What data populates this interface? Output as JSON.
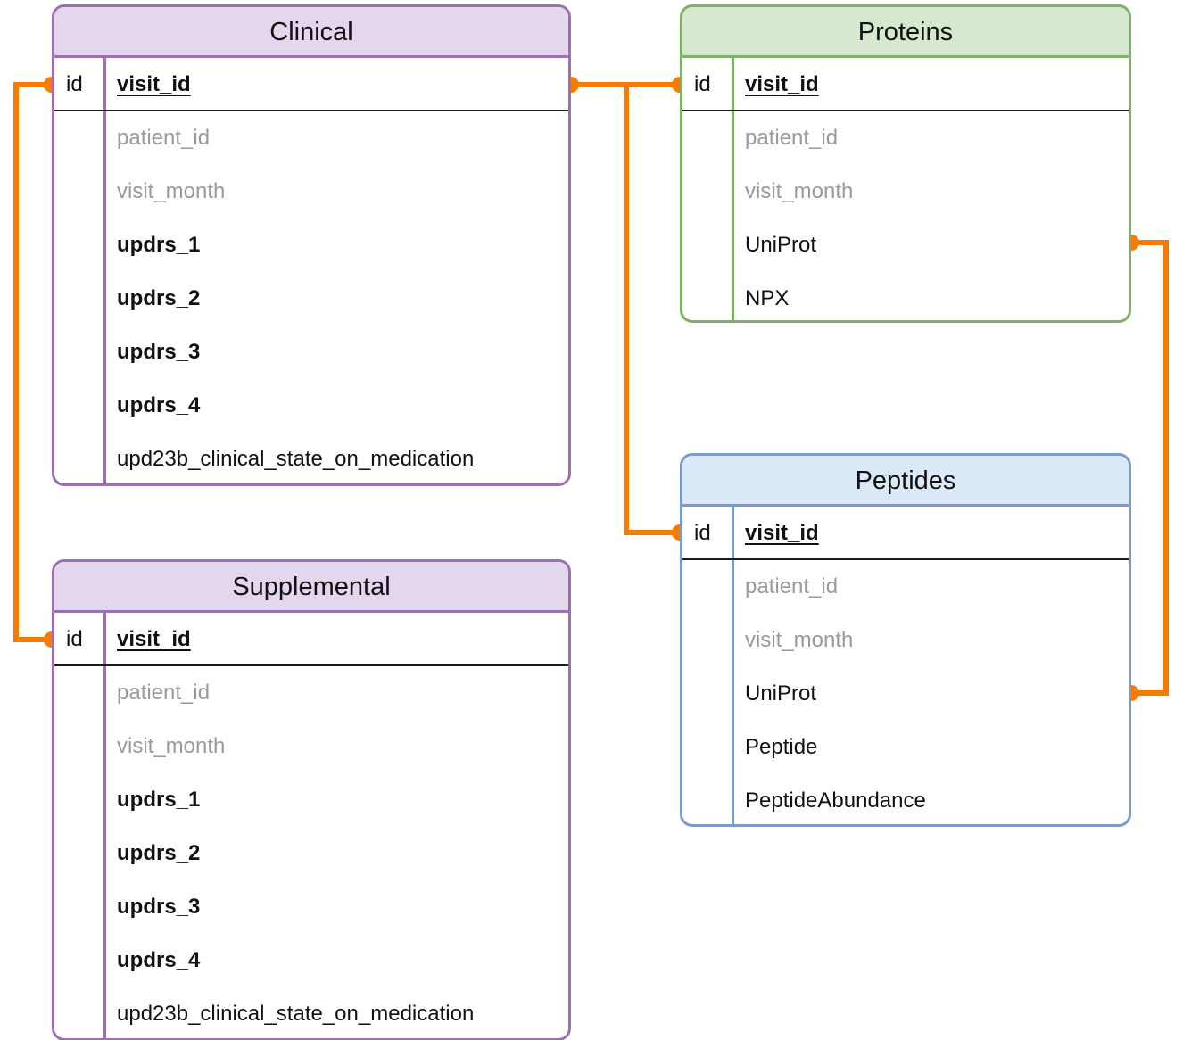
{
  "diagram": {
    "type": "entity-relationship-diagram",
    "background": "#ffffff",
    "connector_color": "#f57c00"
  },
  "palettes": {
    "purple": {
      "border": "#9b72b0",
      "header_fill": "#e4d6ec"
    },
    "green": {
      "border": "#7fb069",
      "header_fill": "#d6e8cf"
    },
    "blue": {
      "border": "#7b9bc9",
      "header_fill": "#dce9f8"
    }
  },
  "tables": {
    "clinical": {
      "title": "Clinical",
      "id_label": "id",
      "fields": [
        {
          "name": "visit_id",
          "style": "pk"
        },
        {
          "name": "patient_id",
          "style": "muted"
        },
        {
          "name": "visit_month",
          "style": "muted"
        },
        {
          "name": "updrs_1",
          "style": "bold"
        },
        {
          "name": "updrs_2",
          "style": "bold"
        },
        {
          "name": "updrs_3",
          "style": "bold"
        },
        {
          "name": "updrs_4",
          "style": "bold"
        },
        {
          "name": "upd23b_clinical_state_on_medication",
          "style": "plain"
        }
      ]
    },
    "supplemental": {
      "title": "Supplemental",
      "id_label": "id",
      "fields": [
        {
          "name": "visit_id",
          "style": "pk"
        },
        {
          "name": "patient_id",
          "style": "muted"
        },
        {
          "name": "visit_month",
          "style": "muted"
        },
        {
          "name": "updrs_1",
          "style": "bold"
        },
        {
          "name": "updrs_2",
          "style": "bold"
        },
        {
          "name": "updrs_3",
          "style": "bold"
        },
        {
          "name": "updrs_4",
          "style": "bold"
        },
        {
          "name": "upd23b_clinical_state_on_medication",
          "style": "plain"
        }
      ]
    },
    "proteins": {
      "title": "Proteins",
      "id_label": "id",
      "fields": [
        {
          "name": "visit_id",
          "style": "pk"
        },
        {
          "name": "patient_id",
          "style": "muted"
        },
        {
          "name": "visit_month",
          "style": "muted"
        },
        {
          "name": "UniProt",
          "style": "plain"
        },
        {
          "name": "NPX",
          "style": "plain"
        }
      ]
    },
    "peptides": {
      "title": "Peptides",
      "id_label": "id",
      "fields": [
        {
          "name": "visit_id",
          "style": "pk"
        },
        {
          "name": "patient_id",
          "style": "muted"
        },
        {
          "name": "visit_month",
          "style": "muted"
        },
        {
          "name": "UniProt",
          "style": "plain"
        },
        {
          "name": "Peptide",
          "style": "plain"
        },
        {
          "name": "PeptideAbundance",
          "style": "plain"
        }
      ]
    }
  },
  "relationships": [
    {
      "from": "clinical.id",
      "to": "supplemental.id"
    },
    {
      "from": "clinical.visit_id",
      "to": "proteins.id"
    },
    {
      "from": "clinical.visit_id",
      "to": "peptides.id"
    },
    {
      "from": "proteins.UniProt",
      "to": "peptides.UniProt"
    }
  ]
}
